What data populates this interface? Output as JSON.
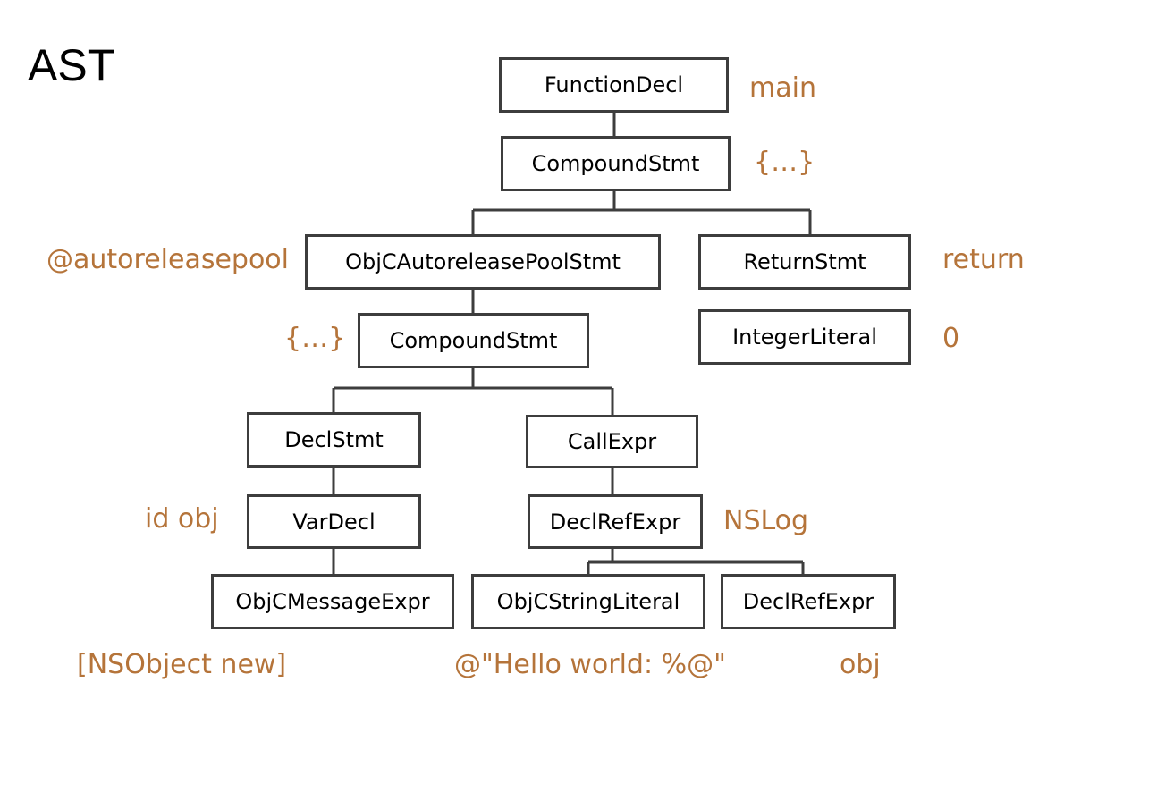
{
  "title": "AST",
  "colors": {
    "node_border": "#3d3d3d",
    "annotation": "#b5743a",
    "text": "#000000"
  },
  "nodes": {
    "function_decl": "FunctionDecl",
    "compound_stmt_top": "CompoundStmt",
    "autorelease_pool_stmt": "ObjCAutoreleasePoolStmt",
    "return_stmt": "ReturnStmt",
    "integer_literal": "IntegerLiteral",
    "compound_stmt_inner": "CompoundStmt",
    "decl_stmt": "DeclStmt",
    "call_expr": "CallExpr",
    "var_decl": "VarDecl",
    "decl_ref_expr_nslog": "DeclRefExpr",
    "message_expr": "ObjCMessageExpr",
    "string_literal": "ObjCStringLiteral",
    "decl_ref_expr_obj": "DeclRefExpr"
  },
  "annotations": {
    "main": "main",
    "braces_top": "{…}",
    "autoreleasepool": "@autoreleasepool",
    "return": "return",
    "zero": "0",
    "braces_inner": "{…}",
    "id_obj": "id obj",
    "nslog": "NSLog",
    "nsobject_new": "[NSObject new]",
    "hello_world": "@\"Hello world: %@\"",
    "obj": "obj"
  }
}
